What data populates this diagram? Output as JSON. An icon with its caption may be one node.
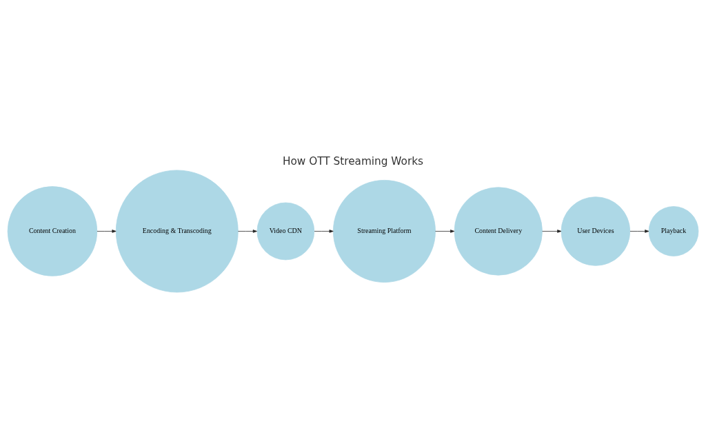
{
  "diagram": {
    "title": "How OTT Streaming Works",
    "nodes": [
      {
        "text": [
          "Content Creation"
        ]
      },
      {
        "text": [
          "Encoding & Transcoding"
        ]
      },
      {
        "text": [
          "Video CDN"
        ]
      },
      {
        "text": [
          "Streaming Platform"
        ]
      },
      {
        "text": [
          "Content Delivery"
        ]
      },
      {
        "text": [
          "User Devices"
        ]
      },
      {
        "text": [
          "Playback"
        ]
      }
    ],
    "edges": [
      {
        "from": 0,
        "to": 1,
        "arrow": "to"
      },
      {
        "from": 1,
        "to": 2,
        "arrow": "to"
      },
      {
        "from": 2,
        "to": 3,
        "arrow": "to"
      },
      {
        "from": 3,
        "to": 4,
        "arrow": "to"
      },
      {
        "from": 4,
        "to": 5,
        "arrow": "to"
      },
      {
        "from": 5,
        "to": 6,
        "arrow": "to"
      }
    ]
  }
}
